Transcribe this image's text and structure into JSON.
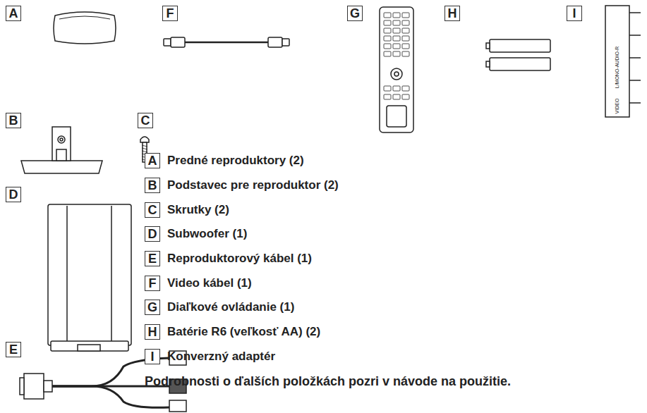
{
  "diagram": {
    "nodes": [
      {
        "text": [
          "A"
        ]
      },
      {
        "text": [
          "F"
        ]
      },
      {
        "text": [
          "G"
        ]
      },
      {
        "text": [
          "H"
        ]
      },
      {
        "text": [
          "I"
        ]
      },
      {
        "text": [
          "B"
        ]
      },
      {
        "text": [
          "C"
        ]
      },
      {
        "text": [
          "D"
        ]
      },
      {
        "text": [
          "E"
        ]
      },
      {
        "text": [
          "A"
        ]
      },
      {
        "text": [
          "B"
        ]
      },
      {
        "text": [
          "C"
        ]
      },
      {
        "text": [
          "D"
        ]
      },
      {
        "text": [
          "E"
        ]
      },
      {
        "text": [
          "F"
        ]
      },
      {
        "text": [
          "G"
        ]
      },
      {
        "text": [
          "H"
        ]
      },
      {
        "text": [
          "I"
        ]
      }
    ],
    "labels": [
      "Predné reproduktory (2)",
      "Podstavec pre reproduktor (2)",
      "Skrutky (2)",
      "Subwoofer (1)",
      "Reproduktorový kábel (1)",
      "Video kábel (1)",
      "Diaľkové ovládanie (1)",
      "Batérie R6 (veľkosť AA) (2)",
      "Konverzný adaptér",
      "Podrobnosti o ďalších položkách pozri v návode na použitie.",
      "VIDEO",
      "L/MONO-AUDIO-R"
    ]
  }
}
